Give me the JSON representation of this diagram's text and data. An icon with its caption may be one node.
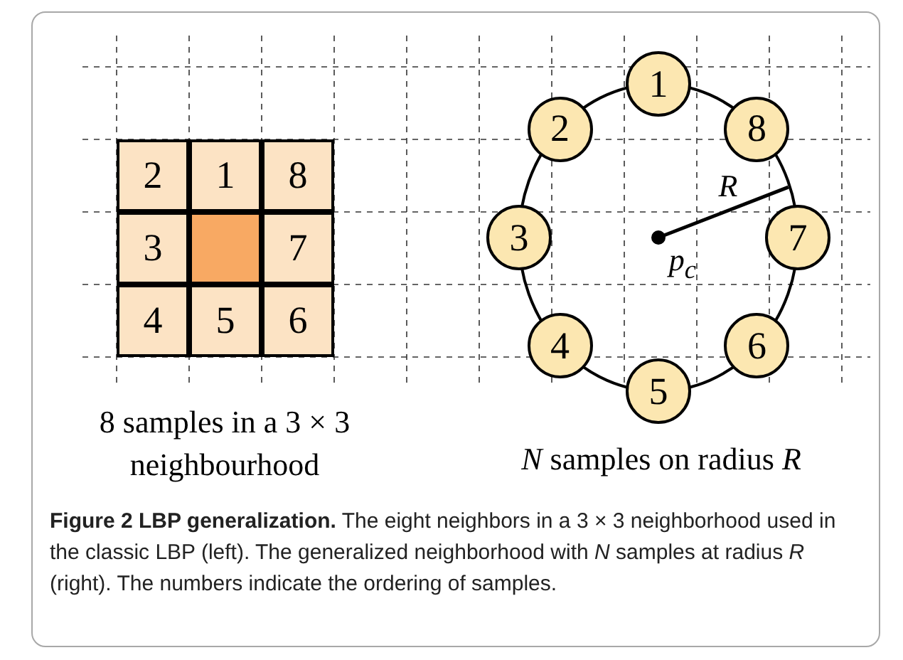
{
  "diagram": {
    "caption": "**Figure 2 LBP generalization.** The eight neighbors in a 3 × 3 neighborhood used in the classic LBP (left). The generalized neighborhood with *N* samples at radius *R* (right). The numbers indicate the ordering of samples.",
    "nodes": [
      {
        "text": [
          "2"
        ]
      },
      {
        "text": [
          "1"
        ]
      },
      {
        "text": [
          "8"
        ]
      },
      {
        "text": [
          "3"
        ]
      },
      {
        "text": [],
        "shape": "box"
      },
      {
        "text": [
          "7"
        ]
      },
      {
        "text": [
          "4"
        ]
      },
      {
        "text": [
          "5"
        ]
      },
      {
        "text": [
          "6"
        ]
      },
      {
        "text": [
          "1"
        ]
      },
      {
        "text": [
          "2"
        ]
      },
      {
        "text": [
          "8"
        ]
      },
      {
        "text": [
          "3"
        ]
      },
      {
        "text": [
          "7"
        ]
      },
      {
        "text": [
          "4"
        ]
      },
      {
        "text": [
          "6"
        ]
      },
      {
        "text": [
          "5"
        ]
      }
    ],
    "edges": [],
    "labels": [
      "R",
      "p$_{c}$",
      "8 samples in a 3 × 3 neighbourhood",
      "*N* samples on radius *R*"
    ]
  }
}
